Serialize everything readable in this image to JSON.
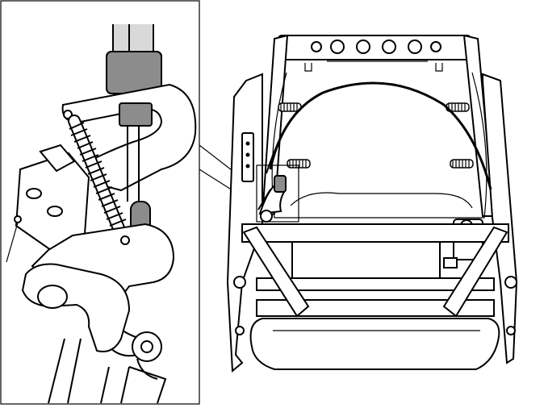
{
  "figure": {
    "kind": "technical line drawing",
    "parts": [
      "inset-detail",
      "frame-overview",
      "callout-leader"
    ],
    "colors": {
      "line": "#000000",
      "background": "#ffffff",
      "shade": "#d9d9d9",
      "dark-shade": "#8c8c8c"
    }
  }
}
